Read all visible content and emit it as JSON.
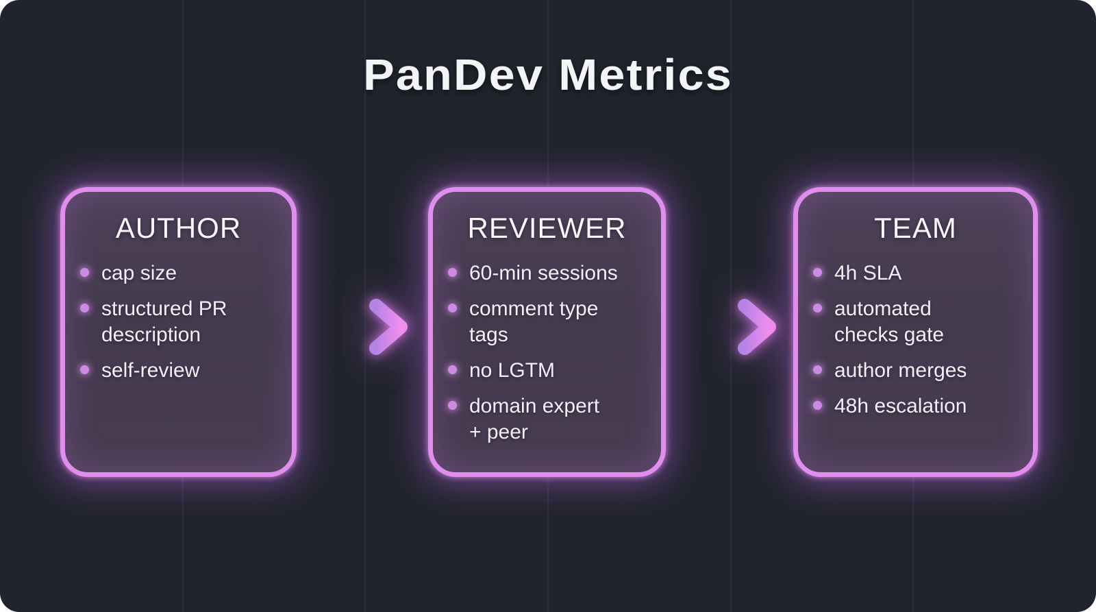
{
  "page": {
    "title": "PanDev Metrics"
  },
  "colors": {
    "canvas": "#ffffff",
    "panel_background": "#21242d",
    "gridline": "#2c3040",
    "box_fill_top": "#4d4058",
    "box_fill_bottom": "#483c52",
    "box_border": "#e08eee",
    "box_glow": "#b264e1",
    "bullet_dot": "#cd8ae2",
    "heading_text": "#f8f6fb",
    "body_text": "#f3eff7",
    "arrow_gradient_start": "#b583e6",
    "arrow_gradient_end": "#f591ee"
  },
  "stages": [
    {
      "heading": "AUTHOR",
      "items": [
        "cap size",
        "structured PR\ndescription",
        "self-review"
      ]
    },
    {
      "heading": "REVIEWER",
      "items": [
        "60-min sessions",
        "comment type\ntags",
        "no LGTM",
        "domain expert\n+ peer"
      ]
    },
    {
      "heading": "TEAM",
      "items": [
        "4h SLA",
        "automated\nchecks gate",
        "author merges",
        "48h escalation"
      ]
    }
  ],
  "arrows": [
    {
      "name": "arrow-author-to-reviewer"
    },
    {
      "name": "arrow-reviewer-to-team"
    }
  ]
}
